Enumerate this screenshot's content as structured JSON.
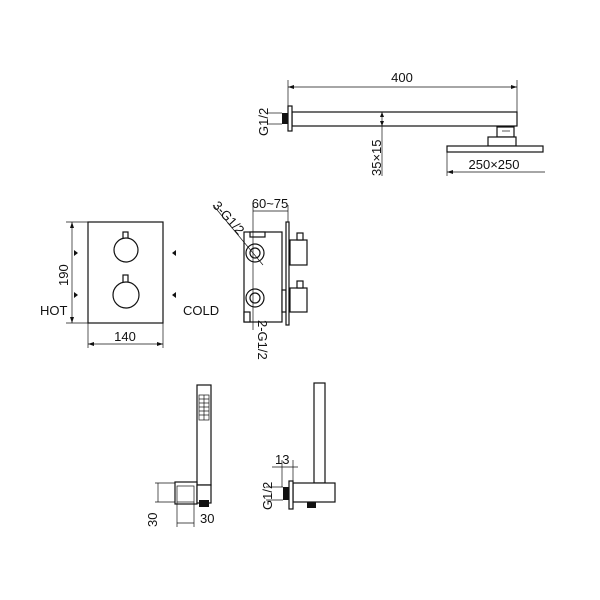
{
  "overhead_shower": {
    "arm_length": "400",
    "inlet_thread": "G1/2",
    "arm_section": "35×15",
    "head_size": "250×250"
  },
  "control_plate": {
    "height": "190",
    "width": "140",
    "hot_label": "HOT",
    "cold_label": "COLD"
  },
  "valve_body": {
    "depth": "60~75",
    "outlets": "3-G1/2",
    "inlets": "2-G1/2"
  },
  "hand_shower": {
    "holder_height": "30",
    "holder_width": "30"
  },
  "wall_outlet": {
    "projection": "13",
    "inlet_thread": "G1/2"
  },
  "colors": {
    "line": "#111111",
    "background": "#ffffff"
  }
}
